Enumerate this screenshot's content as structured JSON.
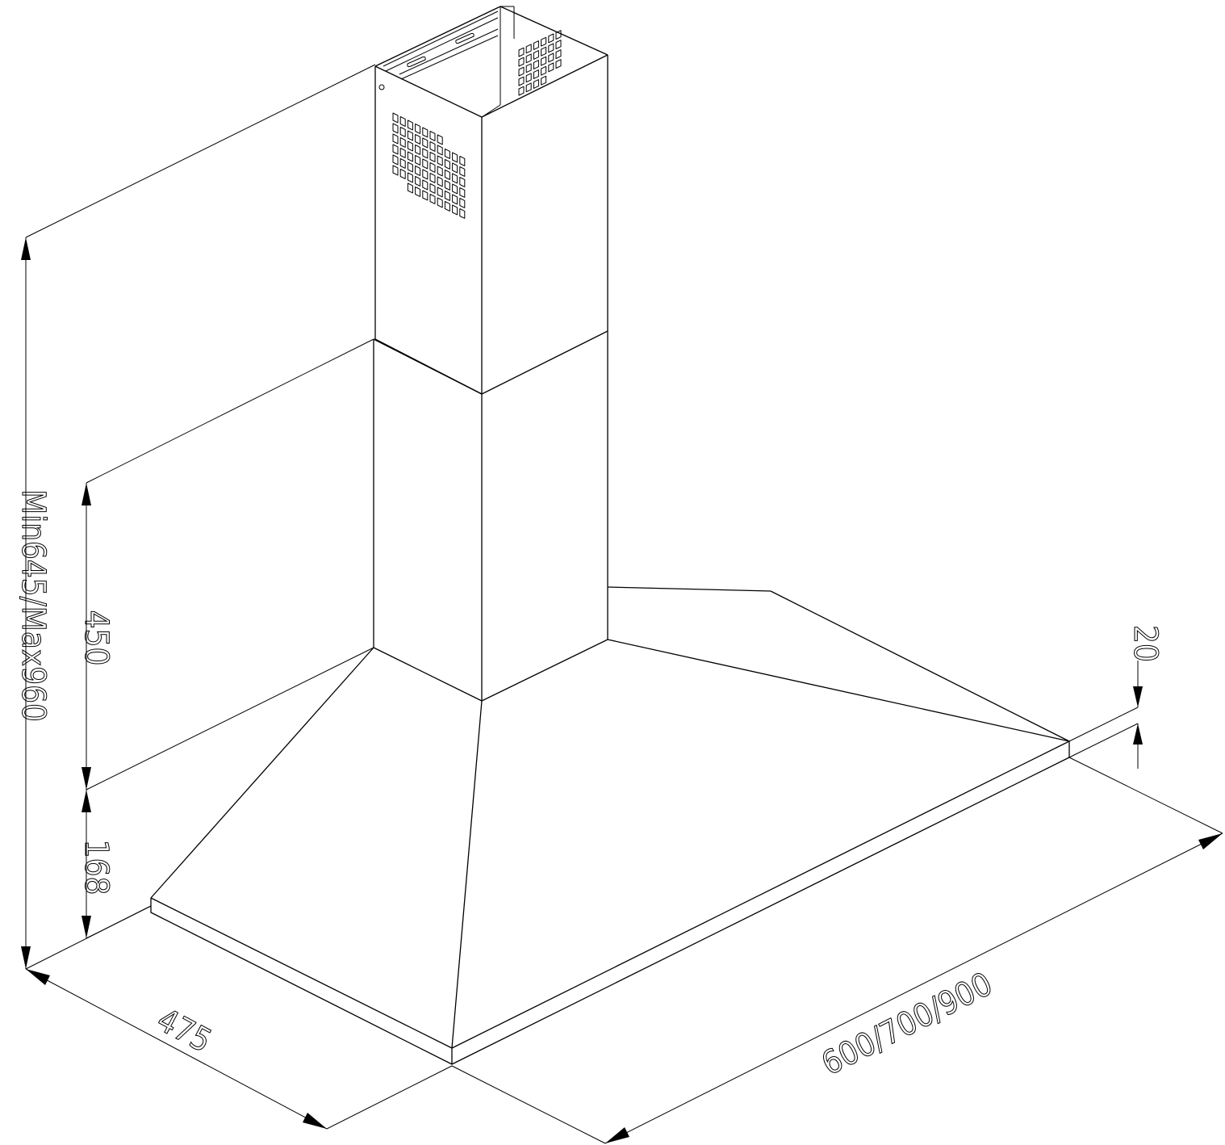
{
  "dimensions": {
    "total_height": "Min645/Max960",
    "canopy_height": "450",
    "base_height": "168",
    "depth": "475",
    "width": "600/700/900",
    "edge_thickness": "20"
  }
}
